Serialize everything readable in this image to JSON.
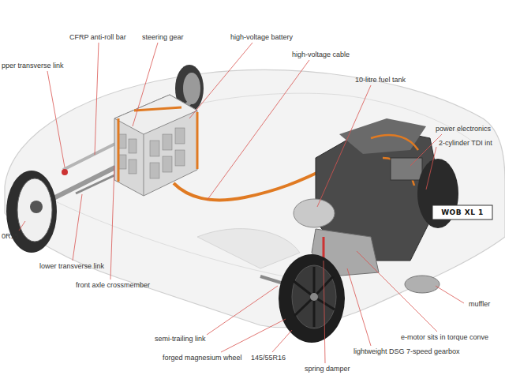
{
  "diagram": {
    "labels": [
      "CFRP anti-roll bar",
      "steering gear",
      "high-voltage battery",
      "high-voltage cable",
      "pper transverse link",
      "10-litre fuel tank",
      "power electronics",
      "2-cylinder TDI int",
      "WOB XL 1",
      "0R15",
      "lower transverse link",
      "front axle crossmember",
      "muffler",
      "semi-trailing link",
      "e-motor sits in torque conve",
      "forged magnesium wheel",
      "145/55R16",
      "lightweight DSG 7-speed gearbox",
      "spring damper"
    ]
  }
}
